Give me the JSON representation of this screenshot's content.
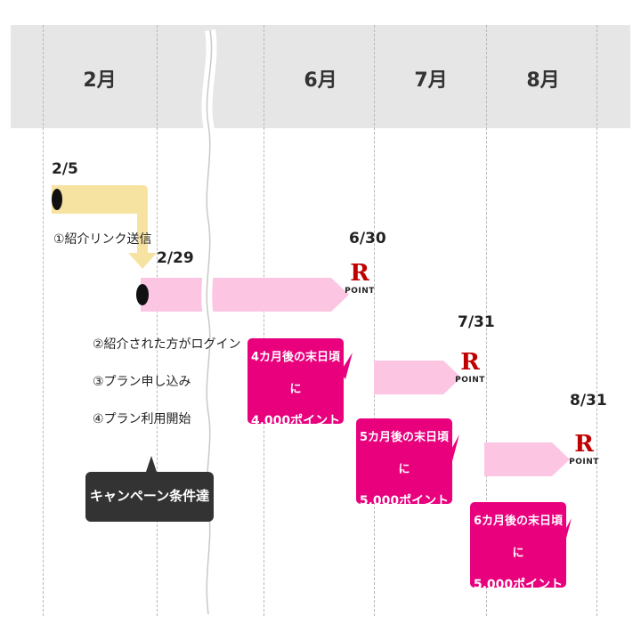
{
  "months": [
    "2月",
    "6月",
    "7月",
    "8月"
  ],
  "dates": {
    "start": "2/5",
    "apply": "2/29",
    "p1": "6/30",
    "p2": "7/31",
    "p3": "8/31"
  },
  "steps": [
    "①紹介リンク送信",
    "②紹介された方がログイン",
    "③プラン申し込み",
    "④プラン利用開始"
  ],
  "badge": "キャンペーン条件達成！",
  "callouts": [
    {
      "line1": "4カ月後の末日頃に",
      "line2": "4,000ポイント"
    },
    {
      "line1": "5カ月後の末日頃に",
      "line2": "5,000ポイント"
    },
    {
      "line1": "6カ月後の末日頃に",
      "line2": "5,000ポイント"
    }
  ],
  "point_logo": {
    "letter": "R",
    "text": "POINT"
  },
  "colors": {
    "header": "#e6e6e6",
    "yellow": "#f7e3a1",
    "pink_light": "#fcc6e3",
    "magenta": "#e8007d",
    "badge": "#333333",
    "rakuten_red": "#bf0000"
  }
}
